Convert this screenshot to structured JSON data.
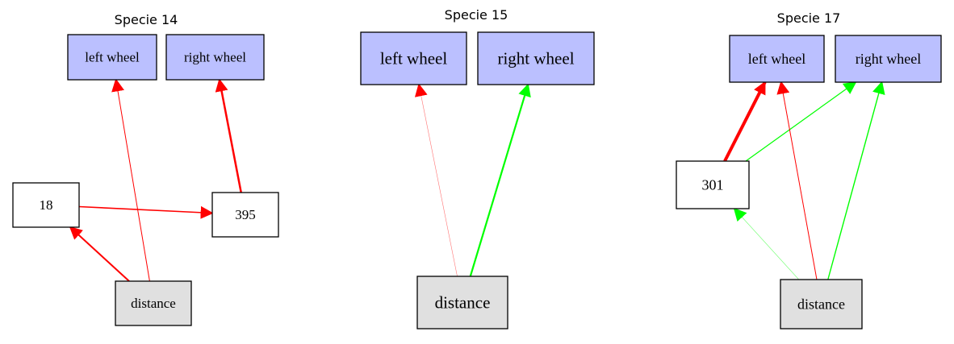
{
  "colors": {
    "actuator_fill": "#bbc0ff",
    "sensor_fill": "#e0e0e0",
    "hidden_fill": "#ffffff",
    "inhibitory": "#ff0000",
    "excitatory": "#00ff00",
    "stroke": "#000000"
  },
  "diagrams": [
    {
      "title": "Specie 14",
      "nodes": [
        {
          "id": "lw",
          "label": "left wheel",
          "kind": "actuator"
        },
        {
          "id": "rw",
          "label": "right wheel",
          "kind": "actuator"
        },
        {
          "id": "n18",
          "label": "18",
          "kind": "hidden"
        },
        {
          "id": "n395",
          "label": "395",
          "kind": "hidden"
        },
        {
          "id": "dist",
          "label": "distance",
          "kind": "sensor"
        }
      ],
      "edges": [
        {
          "from": "dist",
          "to": "lw",
          "sign": "inhibitory",
          "weight": 1
        },
        {
          "from": "dist",
          "to": "n18",
          "sign": "inhibitory",
          "weight": 2
        },
        {
          "from": "n18",
          "to": "n395",
          "sign": "inhibitory",
          "weight": 1.6
        },
        {
          "from": "n395",
          "to": "rw",
          "sign": "inhibitory",
          "weight": 2.5
        }
      ]
    },
    {
      "title": "Specie 15",
      "nodes": [
        {
          "id": "lw",
          "label": "left wheel",
          "kind": "actuator"
        },
        {
          "id": "rw",
          "label": "right wheel",
          "kind": "actuator"
        },
        {
          "id": "dist",
          "label": "distance",
          "kind": "sensor"
        }
      ],
      "edges": [
        {
          "from": "dist",
          "to": "lw",
          "sign": "inhibitory",
          "weight": 0.6
        },
        {
          "from": "dist",
          "to": "rw",
          "sign": "excitatory",
          "weight": 2.2
        }
      ]
    },
    {
      "title": "Specie 17",
      "nodes": [
        {
          "id": "lw",
          "label": "left wheel",
          "kind": "actuator"
        },
        {
          "id": "rw",
          "label": "right wheel",
          "kind": "actuator"
        },
        {
          "id": "n301",
          "label": "301",
          "kind": "hidden"
        },
        {
          "id": "dist",
          "label": "distance",
          "kind": "sensor"
        }
      ],
      "edges": [
        {
          "from": "n301",
          "to": "lw",
          "sign": "inhibitory",
          "weight": 4
        },
        {
          "from": "n301",
          "to": "rw",
          "sign": "excitatory",
          "weight": 1.2
        },
        {
          "from": "dist",
          "to": "n301",
          "sign": "excitatory",
          "weight": 0.6
        },
        {
          "from": "dist",
          "to": "lw",
          "sign": "inhibitory",
          "weight": 1
        },
        {
          "from": "dist",
          "to": "rw",
          "sign": "excitatory",
          "weight": 1.4
        }
      ]
    }
  ]
}
